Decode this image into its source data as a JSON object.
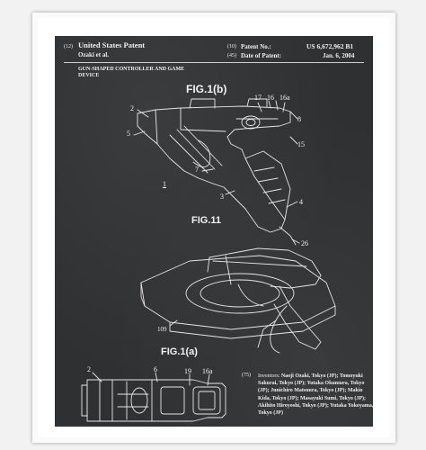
{
  "header": {
    "left_code_1": "(12)",
    "title": "United States Patent",
    "left_code_2": "(10)",
    "patent_no_label": "Patent No.:",
    "patent_no": "US 6,672,962 B1",
    "left_code_3": "(45)",
    "date_label": "Date of Patent:",
    "date": "Jan. 6, 2004",
    "assignee": "Ozaki et al.",
    "subtitle_1": "GUN-SHAPED CONTROLLER AND GAME",
    "subtitle_2": "DEVICE"
  },
  "figures": {
    "fig1b": "FIG.1(b)",
    "fig11": "FIG.11",
    "fig1a": "FIG.1(a)"
  },
  "callouts": {
    "c5": "5",
    "c2": "2",
    "c17": "17",
    "c16": "16",
    "c16a": "16a",
    "c8": "8",
    "c15": "15",
    "c7": "7",
    "c1": "1",
    "c3": "3",
    "c4": "4",
    "c26": "26",
    "c109": "109",
    "a2": "2",
    "a6": "6",
    "a19": "19",
    "a16a": "16a"
  },
  "inventors": {
    "code": "(75)",
    "label": "Inventors:",
    "text": "Naoji Ozaki, Tokyo (JP); Tomoyuki Sakurai, Tokyo (JP); Yutaka Okumura, Tokyo (JP); Junichiro Matsuura, Tokyo (JP); Makio Kida, Tokyo (JP); Masayuki Sumi, Tokyo (JP); Akihito Hiroyoshi, Tokyo (JP); Yutaka Yokoyama, Tokyo (JP)"
  },
  "colors": {
    "board": "#2f3032",
    "line": "#e6e6e6",
    "frame": "#fafafa"
  }
}
